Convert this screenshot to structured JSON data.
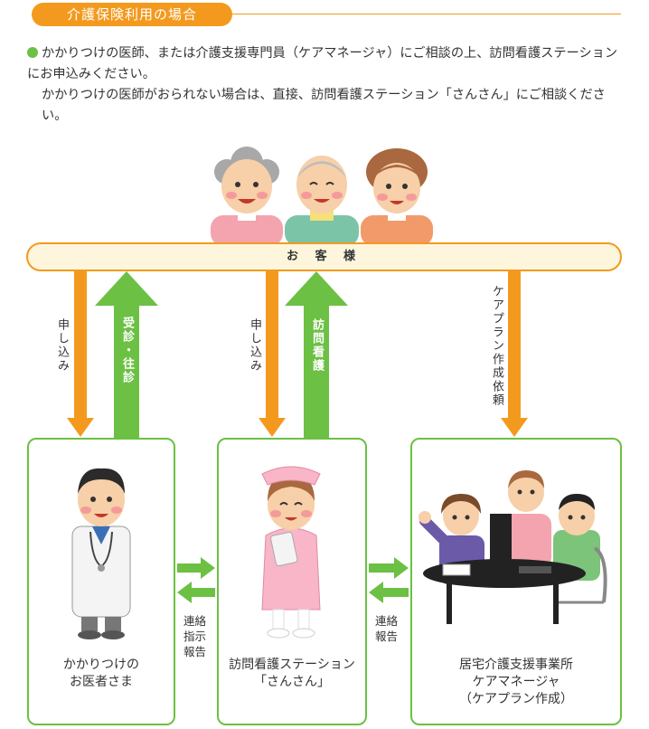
{
  "header": {
    "title": "介護保険利用の場合"
  },
  "intro": {
    "line1": "かかりつけの医師、または介護支援専門員（ケアマネージャ）にご相談の上、訪問看護ステーションにお申込みください。",
    "line2": "かかりつけの医師がおられない場合は、直接、訪問看護ステーション「さんさん」にご相談ください。"
  },
  "customer": {
    "label": "お 客 様"
  },
  "flows": {
    "apply_doctor": "申し込み",
    "visit_doctor": "受診・往診",
    "apply_station": "申し込み",
    "visit_nursing": "訪問看護",
    "care_plan_request": "ケアプラン作成依頼"
  },
  "links": {
    "doctor_station": "連絡\n指示\n報告",
    "station_care": "連絡\n報告"
  },
  "boxes": {
    "doctor": {
      "line1": "かかりつけの",
      "line2": "お医者さま"
    },
    "station": {
      "line1": "訪問看護ステーション",
      "line2": "「さんさん」"
    },
    "care": {
      "line1": "居宅介護支援事業所",
      "line2": "ケアマネージャ",
      "line3": "（ケアプラン作成）"
    }
  },
  "colors": {
    "orange": "#f39a1e",
    "green": "#6cc044",
    "bar_fill": "#fdf6dc"
  }
}
